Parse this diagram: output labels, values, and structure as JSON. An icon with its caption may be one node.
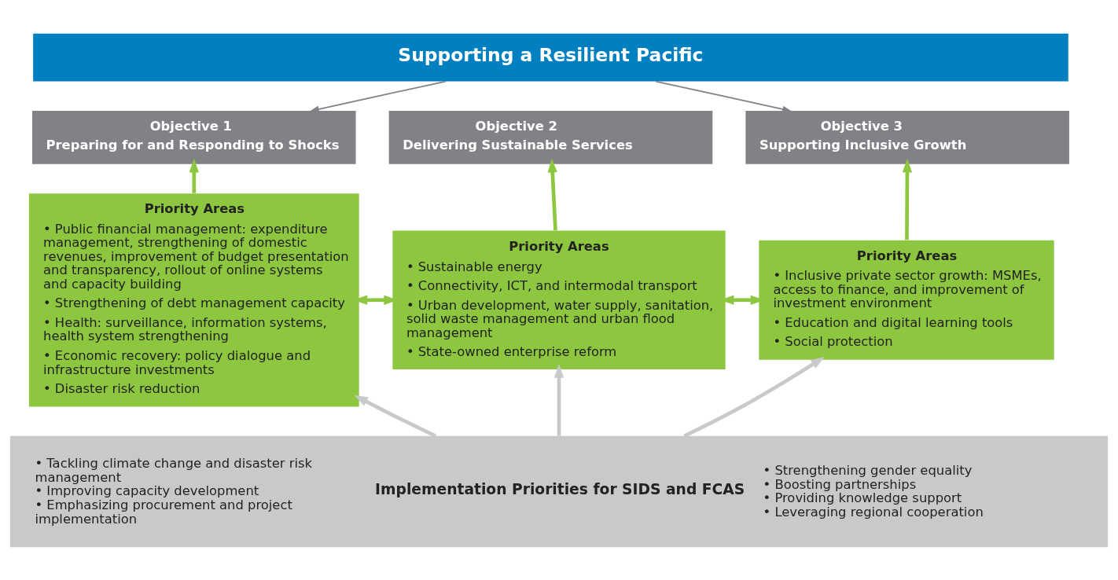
{
  "diagram": {
    "nodes": [
      {
        "text": [
          "Supporting a Resilient Pacific"
        ]
      },
      {
        "text": [
          "Objective 1",
          "Preparing for and Responding to Shocks"
        ]
      },
      {
        "text": [
          "Objective 2",
          "Delivering Sustainable Services"
        ]
      },
      {
        "text": [
          "Objective 3",
          "Supporting Inclusive Growth"
        ]
      },
      {
        "text": [
          "Priority Areas",
          "• Public financial management: expenditure management, strengthening of domestic revenues, improvement of budget presentation and transparency, rollout of online systems and capacity building",
          "• Strengthening of debt management capacity",
          "• Health: surveillance, information systems, health system strengthening",
          "• Economic recovery: policy dialogue and infrastructure investments",
          "• Disaster risk reduction"
        ]
      },
      {
        "text": [
          "Priority Areas",
          "• Sustainable energy",
          "• Connectivity, ICT, and intermodal transport",
          "• Urban development, water supply, sanitation, solid waste management and urban flood management",
          "• State-owned enterprise reform"
        ]
      },
      {
        "text": [
          "Priority Areas",
          "• Inclusive private sector growth: MSMEs, access to finance, and improvement of investment environment",
          "• Education and digital learning tools",
          "• Social protection"
        ]
      },
      {
        "text": [
          "• Tackling climate change and disaster risk management",
          "• Improving capacity development",
          "• Emphasizing procurement and project implementation",
          "Implementation Priorities for SIDS and FCAS",
          "• Strengthening gender equality",
          "• Boosting partnerships",
          "• Providing knowledge support",
          "• Leveraging regional cooperation"
        ]
      }
    ],
    "edges": [
      {
        "from": 0,
        "to": 1,
        "arrow": "to",
        "color": "#808285"
      },
      {
        "from": 0,
        "to": 3,
        "arrow": "to",
        "color": "#808285"
      },
      {
        "from": 4,
        "to": 1,
        "arrow": "to"
      },
      {
        "from": 5,
        "to": 2,
        "arrow": "to"
      },
      {
        "from": 6,
        "to": 3,
        "arrow": "to"
      },
      {
        "from": 4,
        "to": 5,
        "arrow": "both"
      },
      {
        "from": 5,
        "to": 6,
        "arrow": "both"
      },
      {
        "from": 7,
        "to": 4,
        "arrow": "to",
        "color": "#c8c9cb"
      },
      {
        "from": 7,
        "to": 5,
        "arrow": "to",
        "color": "#c8c9cb"
      },
      {
        "from": 7,
        "to": 6,
        "arrow": "to",
        "color": "#c8c9cb"
      }
    ]
  }
}
